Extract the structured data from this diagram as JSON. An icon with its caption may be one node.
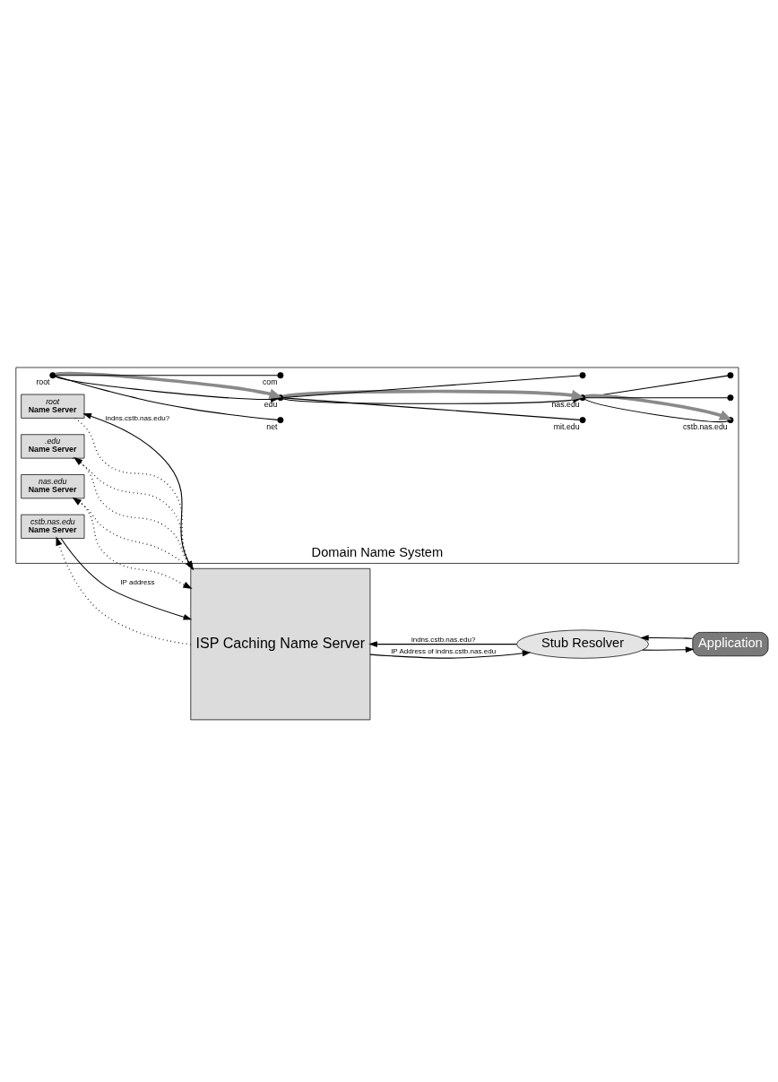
{
  "diagram": {
    "nodes": [
      {
        "text": [
          "Domain Name System"
        ]
      },
      {
        "text": [
          "root",
          "Name Server"
        ],
        "in": 0
      },
      {
        "text": [],
        "shape": "circle",
        "beside": [
          "root"
        ],
        "in": 0
      },
      {
        "text": [
          ".edu",
          "Name Server"
        ],
        "in": 0
      },
      {
        "text": [],
        "shape": "circle",
        "beside": [
          "edu"
        ],
        "in": 0
      },
      {
        "text": [],
        "shape": "circle",
        "beside": [
          "com"
        ],
        "in": 0
      },
      {
        "text": [],
        "shape": "circle",
        "beside": [
          "net"
        ],
        "in": 0
      },
      {
        "text": [
          "ISP Caching Name Server"
        ]
      },
      {
        "text": [
          "nas.edu",
          "Name Server"
        ],
        "in": 0
      },
      {
        "text": [],
        "shape": "circle",
        "beside": [
          "nas.edu"
        ],
        "in": 0
      },
      {
        "text": [],
        "shape": "circle",
        "in": 0
      },
      {
        "text": [],
        "shape": "circle",
        "beside": [
          "mit.edu"
        ],
        "in": 0
      },
      {
        "text": [
          "cstb.nas.edu",
          "Name Server"
        ],
        "in": 0
      },
      {
        "text": [],
        "shape": "circle",
        "in": 0
      },
      {
        "text": [],
        "shape": "circle",
        "beside": [
          "cstb.nas.edu"
        ],
        "in": 0
      },
      {
        "text": [],
        "shape": "circle",
        "in": 0
      },
      {
        "text": [
          "Stub Resolver"
        ]
      },
      {
        "text": [
          "Application"
        ]
      }
    ],
    "edges": [
      {
        "from": 16,
        "to": 7,
        "arrow": "to",
        "label": "indns.cstb.nas.edu?"
      },
      {
        "from": 7,
        "to": 1,
        "arrow": "to",
        "label": "indns.cstb.nas.edu?"
      },
      {
        "from": 1,
        "to": 7,
        "arrow": "to",
        "style": "dashed"
      },
      {
        "from": 7,
        "to": 3,
        "arrow": "to",
        "style": "dashed"
      },
      {
        "from": 3,
        "to": 7,
        "arrow": "to",
        "style": "dashed"
      },
      {
        "from": 7,
        "to": 8,
        "arrow": "to",
        "style": "dashed"
      },
      {
        "from": 8,
        "to": 7,
        "arrow": "to",
        "style": "dashed"
      },
      {
        "from": 7,
        "to": 12,
        "arrow": "to",
        "style": "dashed"
      },
      {
        "from": 12,
        "to": 7,
        "arrow": "to",
        "label": "IP address"
      },
      {
        "from": 7,
        "to": 16,
        "arrow": "to",
        "label": "IP Address of indns.cstb.nas.edu"
      },
      {
        "from": 17,
        "to": 16,
        "arrow": "to"
      },
      {
        "from": 16,
        "to": 17,
        "arrow": "to"
      },
      {
        "from": 2,
        "to": 4,
        "arrow": "to"
      },
      {
        "from": 2,
        "to": 5,
        "arrow": "none"
      },
      {
        "from": 2,
        "to": 6,
        "arrow": "none"
      },
      {
        "from": 4,
        "to": 9,
        "arrow": "to"
      },
      {
        "from": 4,
        "to": 10,
        "arrow": "none"
      },
      {
        "from": 4,
        "to": 11,
        "arrow": "none"
      },
      {
        "from": 9,
        "to": 13,
        "arrow": "none"
      },
      {
        "from": 9,
        "to": 14,
        "arrow": "none"
      },
      {
        "from": 9,
        "to": 15,
        "arrow": "none"
      },
      {
        "from": 2,
        "to": 4,
        "arrow": "to",
        "style": "thick",
        "color": "#8a8a8a"
      },
      {
        "from": 4,
        "to": 9,
        "arrow": "to",
        "style": "thick",
        "color": "#8a8a8a"
      },
      {
        "from": 9,
        "to": 14,
        "arrow": "to",
        "style": "thick",
        "color": "#8a8a8a"
      }
    ]
  }
}
